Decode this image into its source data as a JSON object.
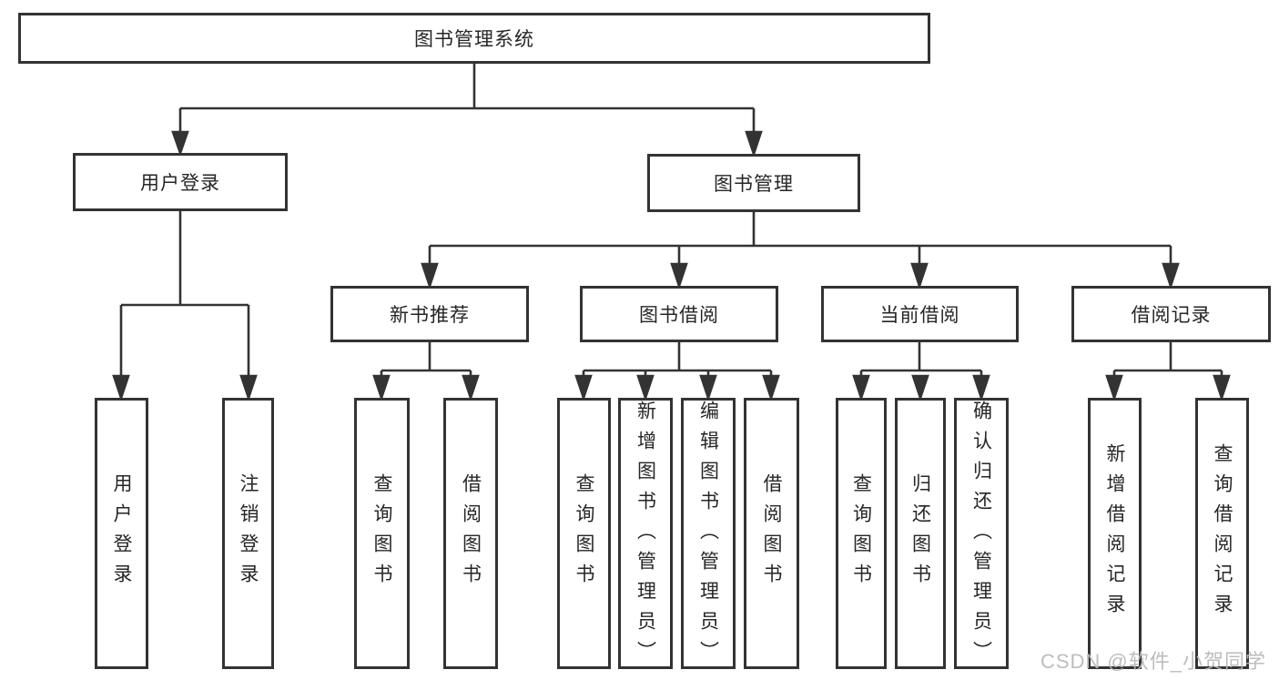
{
  "diagram": {
    "title": "图书管理系统",
    "root": {
      "label": "图书管理系统"
    },
    "level2": {
      "user_login": {
        "label": "用户登录"
      },
      "book_management": {
        "label": "图书管理"
      }
    },
    "level3": {
      "new_book_recommend": {
        "label": "新书推荐"
      },
      "book_borrow": {
        "label": "图书借阅"
      },
      "current_borrow": {
        "label": "当前借阅"
      },
      "borrow_record": {
        "label": "借阅记录"
      }
    },
    "groups": {
      "user_login": {
        "children": [
          "用户登录",
          "注销登录"
        ]
      },
      "new_book_recommend": {
        "children": [
          "查询图书",
          "借阅图书"
        ]
      },
      "book_borrow": {
        "children": [
          "查询图书",
          "新增图书（管理员）",
          "编辑图书（管理员）",
          "借阅图书"
        ]
      },
      "current_borrow": {
        "children": [
          "查询图书",
          "归还图书",
          "确认归还（管理员）"
        ]
      },
      "borrow_record": {
        "children": [
          "新增借阅记录",
          "查询借阅记录"
        ]
      }
    }
  },
  "watermark": "CSDN @软件_小贺同学",
  "colors": {
    "line": "#333333",
    "box_border": "#333333",
    "text": "#262626",
    "watermark": "#b9b9b9",
    "background": "#ffffff"
  }
}
